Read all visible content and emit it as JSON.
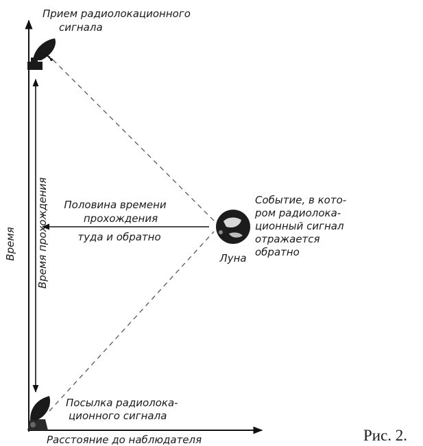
{
  "labels": {
    "receive_line1": "Прием радиолокационного",
    "receive_line2": "сигнала",
    "half_time_line1": "Половина времени",
    "half_time_line2": "прохождения",
    "half_time_line3": "туда и обратно",
    "event_line1": "Событие, в кото-",
    "event_line2": "ром радиолока-",
    "event_line3": "ционный сигнал",
    "event_line4": "отражается",
    "event_line5": "обратно",
    "moon": "Луна",
    "send_line1": "Посылка радиолока-",
    "send_line2": "ционного сигнала",
    "time_axis": "Время",
    "travel_time": "Время прохождения",
    "distance_axis": "Расстояние до наблюдателя",
    "figure_caption": "Рис. 2."
  },
  "icons": {
    "receiver": "radar-dish-icon",
    "transmitter": "radar-dish-icon",
    "moon": "moon-icon"
  }
}
